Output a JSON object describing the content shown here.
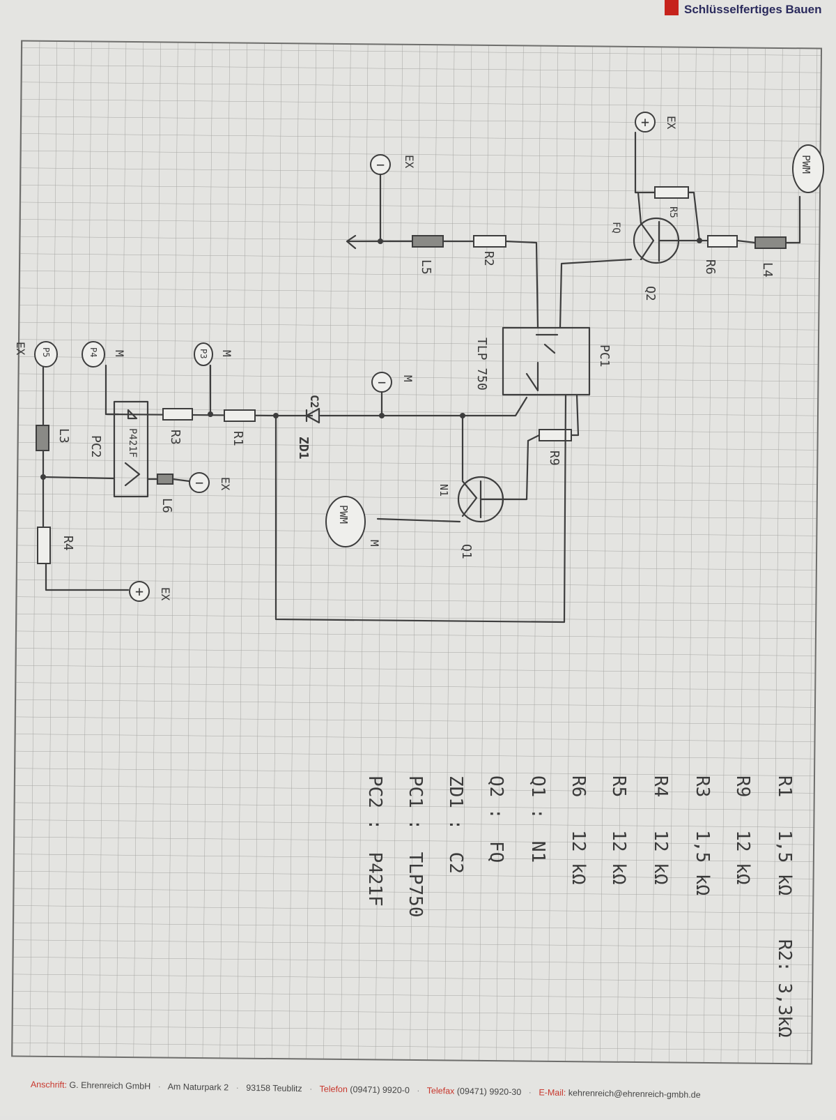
{
  "header": {
    "company_tagline": "Schlüsselfertiges Bauen"
  },
  "footer": {
    "address_label": "Anschrift:",
    "address": "G. Ehrenreich GmbH",
    "street": "Am Naturpark 2",
    "city": "93158 Teublitz",
    "phone_label": "Telefon",
    "phone": "(09471) 9920-0",
    "fax_label": "Telefax",
    "fax": "(09471) 9920-30",
    "email_label": "E-Mail:",
    "email": "kehrenreich@ehrenreich-gmbh.de"
  },
  "schematic": {
    "terminals": {
      "ex_minus_top": {
        "sign": "−",
        "label": "EX"
      },
      "ex_plus_top": {
        "sign": "+",
        "label": "EX"
      },
      "pwm_top": {
        "label": "PWM"
      },
      "m_minus": {
        "sign": "−",
        "label": "M"
      },
      "p3": {
        "label": "P3",
        "tag": "M"
      },
      "p4": {
        "label": "P4",
        "tag": "M"
      },
      "p5": {
        "label": "P5",
        "tag": "EX"
      },
      "ex_minus_l6": {
        "sign": "−",
        "label": "EX"
      },
      "ex_plus_bottom": {
        "sign": "+",
        "label": "EX"
      },
      "pwm_bottom": {
        "label": "PWM",
        "tag": "M"
      }
    },
    "components": {
      "r1": "R1",
      "r2": "R2",
      "r3": "R3",
      "r4": "R4",
      "r5": "R5",
      "r6": "R6",
      "r9": "R9",
      "l3": "L3",
      "l4": "L4",
      "l5": "L5",
      "l6": "L6",
      "q1": "Q1",
      "q2": "Q2",
      "n1": "N1",
      "fq": "FQ",
      "pc1": "PC1",
      "pc1_part": "TLP 750",
      "pc2": "PC2",
      "pc2_part": "P421F",
      "zd1": "ZD1",
      "c2": "C2"
    }
  },
  "parts_list": [
    {
      "text": "R1   1,5 kΩ    R2: 3,3kΩ"
    },
    {
      "text": "R9   12 kΩ"
    },
    {
      "text": "R3   1,5 kΩ"
    },
    {
      "text": "R4   12 kΩ"
    },
    {
      "text": "R5   12 kΩ"
    },
    {
      "text": "R6   12 kΩ"
    },
    {
      "text": "Q1 :  N1"
    },
    {
      "text": "Q2 :  FQ"
    },
    {
      "text": "ZD1 :  C2"
    },
    {
      "text": "PC1 :  TLP750"
    },
    {
      "text": "PC2 :  P421F"
    }
  ]
}
